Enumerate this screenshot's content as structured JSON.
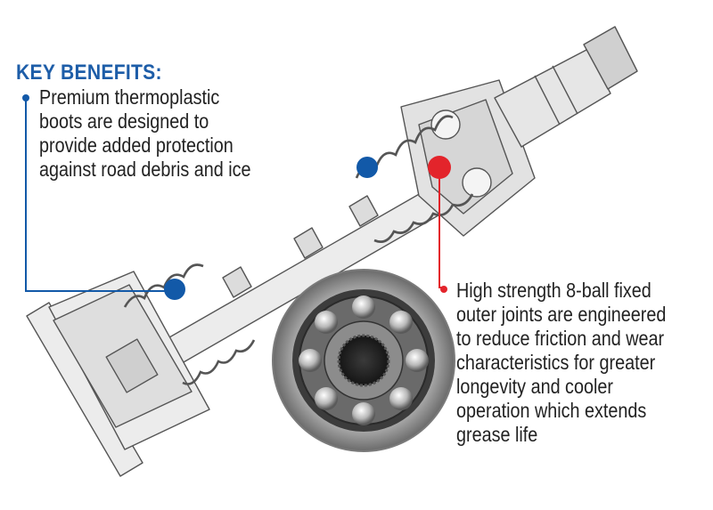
{
  "colors": {
    "title_blue": "#1d5da8",
    "accent_blue": "#1259a8",
    "accent_red": "#e3242b",
    "text": "#222222",
    "drawing_line": "#555555",
    "drawing_fill": "#e8e8e8"
  },
  "icons": {
    "blue_marker": "blue-dot-icon",
    "red_marker": "red-dot-icon",
    "bullet_blue": "bullet-dot-icon",
    "bullet_red": "bullet-dot-icon"
  },
  "heading": "KEY BENEFITS:",
  "benefits": [
    {
      "lines": [
        "Premium thermoplastic",
        "boots are designed to",
        "provide added protection",
        "against road debris and ice"
      ]
    },
    {
      "lines": [
        "High strength 8-ball fixed",
        "outer joints are engineered",
        "to reduce friction and wear",
        "characteristics for greater",
        "longevity and cooler",
        "operation which extends",
        "grease life"
      ]
    }
  ]
}
